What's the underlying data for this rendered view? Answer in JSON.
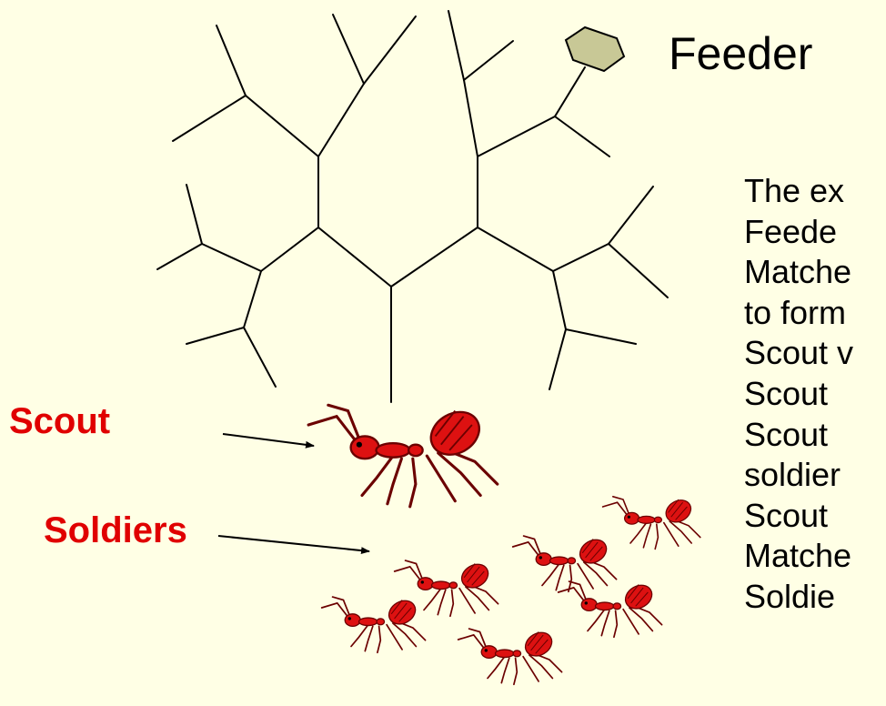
{
  "feeder_label": "Feeder",
  "scout_label": "Scout",
  "soldiers_label": "Soldiers",
  "description_lines": [
    "The ex",
    "Feede",
    "Matche",
    "to form",
    "Scout v",
    "Scout",
    "Scout",
    "soldier",
    "Scout",
    "Matche",
    "Soldie"
  ],
  "colors": {
    "background": "#ffffe5",
    "label_red": "#e00000",
    "ant_red": "#dd1111",
    "feeder_fill": "#c8c896",
    "line": "#000000"
  }
}
